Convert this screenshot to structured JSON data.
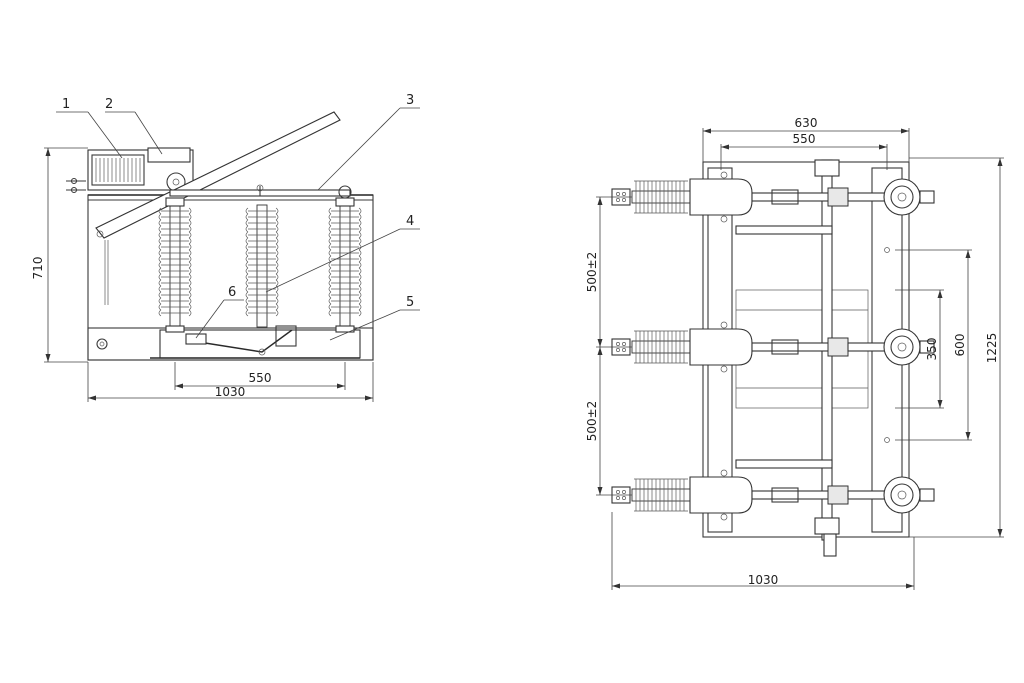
{
  "side_view": {
    "callouts": [
      "1",
      "2",
      "3",
      "4",
      "5",
      "6"
    ],
    "dim_height": "710",
    "dim_span": "550",
    "dim_width": "1030"
  },
  "top_view": {
    "dim_top_outer": "630",
    "dim_top_inner": "550",
    "dim_pitch_upper": "500±2",
    "dim_pitch_lower": "500±2",
    "dim_350": "350",
    "dim_600": "600",
    "dim_1225": "1225",
    "dim_width": "1030"
  }
}
